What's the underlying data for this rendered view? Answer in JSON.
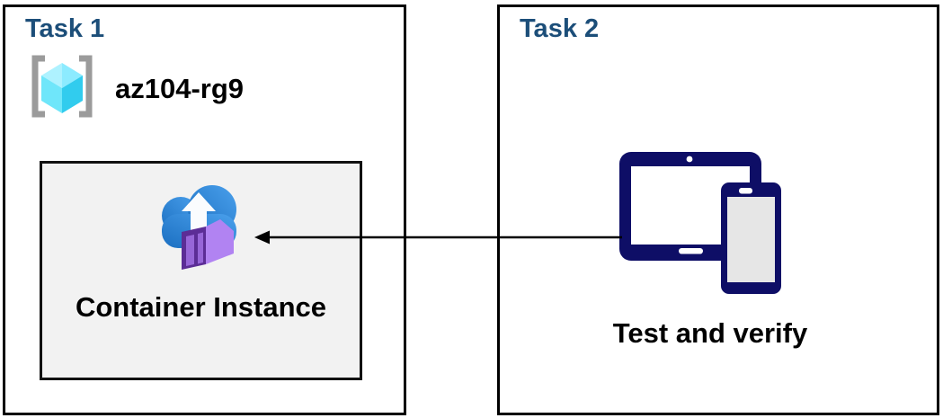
{
  "task1": {
    "title": "Task 1",
    "resource_group": {
      "name": "az104-rg9",
      "icon": "resource-group-icon"
    },
    "container_box": {
      "label": "Container Instance",
      "icon": "container-instances-icon"
    }
  },
  "task2": {
    "title": "Task 2",
    "devices": {
      "label": "Test and verify",
      "icon": "tablet-phone-icon"
    }
  },
  "connector": {
    "type": "arrow",
    "direction": "left",
    "from": "task2-devices",
    "to": "task1-container-instance"
  },
  "colors": {
    "task_title": "#1C4E79",
    "border": "#000000",
    "text_black": "#000000",
    "container_box_bg": "#F2F2F2",
    "device_navy": "#0E0E66",
    "device_screen_gray": "#E6E6E6",
    "cloud_blue_dark": "#1B6FC1",
    "cloud_blue_light": "#4AA0EC",
    "container_purple_dark": "#5C2D96",
    "container_purple_mid": "#9766D8",
    "container_purple_light": "#B183F2",
    "cube_cyan_lightest": "#AEF2FF",
    "cube_cyan_light": "#8CEBFF",
    "cube_cyan_mid": "#6FE6FA",
    "cube_cyan_dark": "#31CCEE",
    "bracket_gray": "#9B9B9B"
  }
}
